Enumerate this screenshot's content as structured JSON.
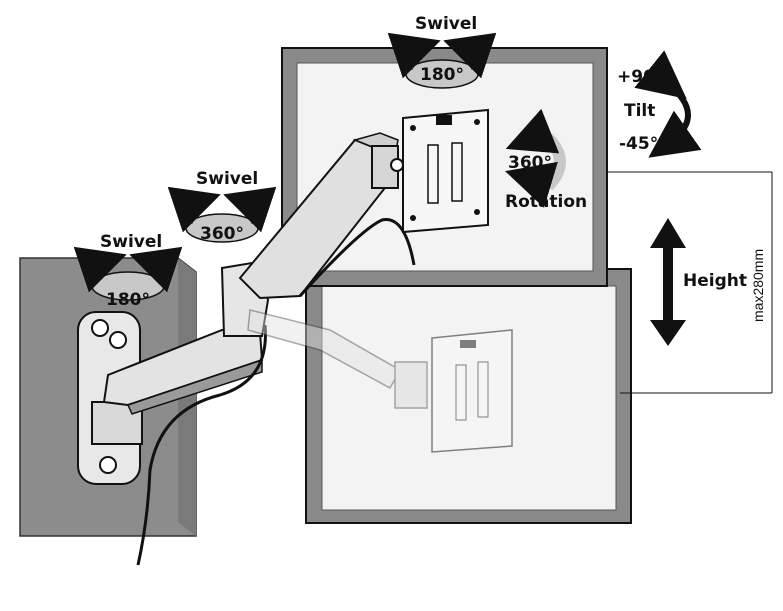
{
  "labels": {
    "swivel_wall": "Swivel",
    "swivel_wall_deg": "180°",
    "swivel_arm": "Swivel",
    "swivel_arm_deg": "360°",
    "swivel_top": "Swivel",
    "swivel_top_deg": "180°",
    "rotation_deg": "360°",
    "rotation": "Rotation",
    "tilt_up": "+90°",
    "tilt": "Tilt",
    "tilt_down": "-45°",
    "height": "Height",
    "height_range": "max280mm"
  },
  "colors": {
    "wall": "#8c8c8c",
    "monitor_frame": "#8a8a8a",
    "screen": "#f3f3f3",
    "outline": "#111111"
  },
  "icons": [
    "swivel-arrow-icon",
    "rotation-arrow-icon",
    "tilt-arrow-icon",
    "height-arrow-icon"
  ]
}
